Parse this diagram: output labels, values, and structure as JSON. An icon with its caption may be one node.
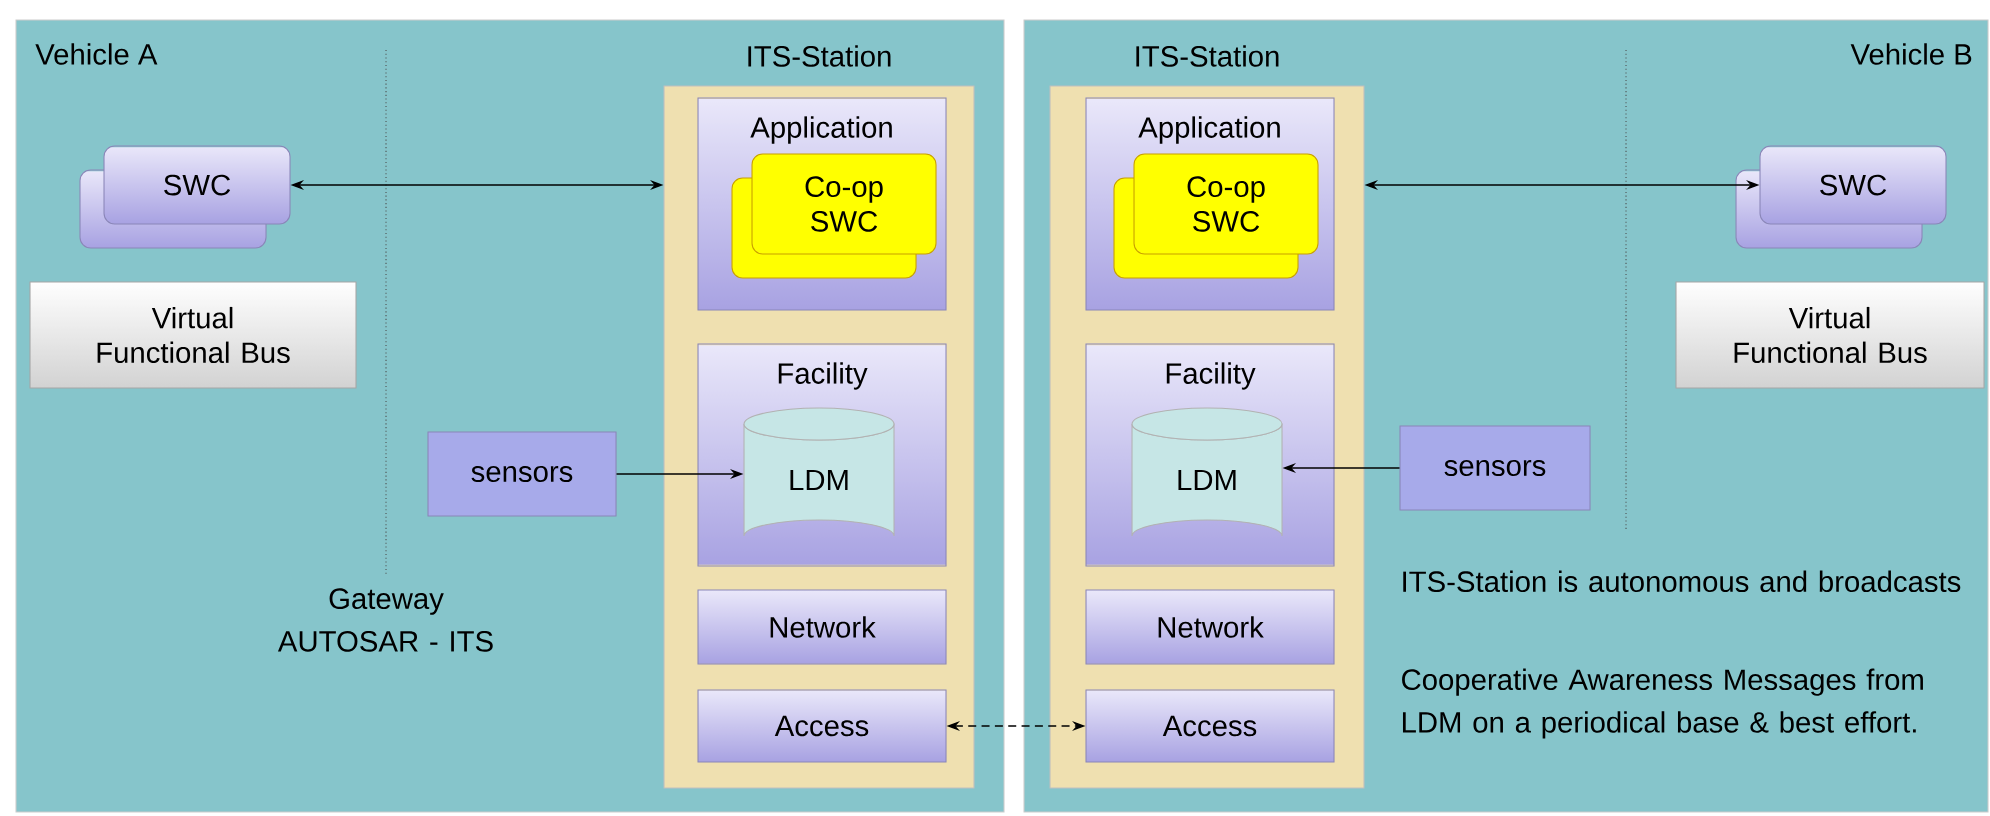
{
  "diagram": {
    "nodes": [
      {
        "text": [
          "Vehicle A"
        ]
      },
      {
        "text": [
          "ITS-Station"
        ],
        "in": 0
      },
      {
        "text": [
          "Application"
        ],
        "in": 1
      },
      {
        "text": [
          "Co-op SWC"
        ],
        "in": 2
      },
      {
        "text": [
          "Facility"
        ],
        "in": 1
      },
      {
        "text": [
          "LDM"
        ],
        "in": 4
      },
      {
        "text": [
          "Network"
        ],
        "in": 1
      },
      {
        "text": [
          "Access"
        ],
        "in": 1
      },
      {
        "text": [
          "SWC"
        ],
        "in": 0
      },
      {
        "text": [
          "Virtual Functional Bus"
        ],
        "in": 0
      },
      {
        "text": [
          "sensors"
        ],
        "in": 0
      },
      {
        "text": [
          "Vehicle B"
        ]
      },
      {
        "text": [
          "ITS-Station"
        ],
        "in": 11
      },
      {
        "text": [
          "Application"
        ],
        "in": 12
      },
      {
        "text": [
          "Co-op SWC"
        ],
        "in": 13
      },
      {
        "text": [
          "Facility"
        ],
        "in": 12
      },
      {
        "text": [
          "LDM"
        ],
        "in": 15
      },
      {
        "text": [
          "Network"
        ],
        "in": 12
      },
      {
        "text": [
          "Access"
        ],
        "in": 12
      },
      {
        "text": [
          "SWC"
        ],
        "in": 11
      },
      {
        "text": [
          "Virtual Functional Bus"
        ],
        "in": 11
      },
      {
        "text": [
          "sensors"
        ],
        "in": 11
      }
    ],
    "edges": [
      {
        "from": 8,
        "to": 1,
        "arrow": "both"
      },
      {
        "from": 19,
        "to": 12,
        "arrow": "both"
      },
      {
        "from": 10,
        "to": 5,
        "arrow": "to"
      },
      {
        "from": 21,
        "to": 16,
        "arrow": "to"
      },
      {
        "from": 7,
        "to": 18,
        "arrow": "both",
        "style": "dashed"
      }
    ],
    "labels": [
      "Gateway AUTOSAR - ITS",
      "ITS-Station is autonomous and broadcasts",
      "Cooperative Awareness Messages from LDM on a periodical base & best effort."
    ]
  }
}
